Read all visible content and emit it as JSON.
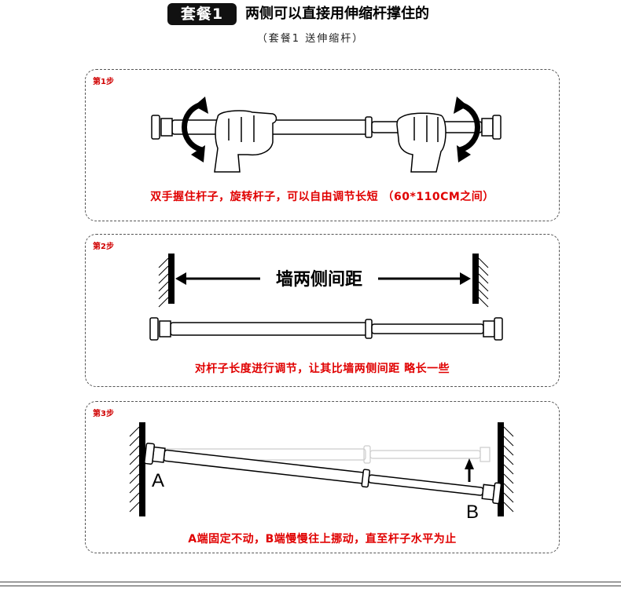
{
  "header": {
    "badge": "套餐1",
    "title": "两侧可以直接用伸缩杆撑住的",
    "subtitle": "（套餐1 送伸缩杆）"
  },
  "steps": [
    {
      "label": "第1步",
      "caption": "双手握住杆子，旋转杆子，可以自由调节长短 （60*110CM之间）"
    },
    {
      "label": "第2步",
      "caption": "对杆子长度进行调节，让其比墙两侧间距 略长一些",
      "distance_label": "墙两侧间距"
    },
    {
      "label": "第3步",
      "caption": "A端固定不动，B端慢慢往上挪动，直至杆子水平为止",
      "end_a": "A",
      "end_b": "B"
    }
  ],
  "colors": {
    "caption": "#e00000",
    "label": "#d00000",
    "badge_bg": "#111111"
  }
}
